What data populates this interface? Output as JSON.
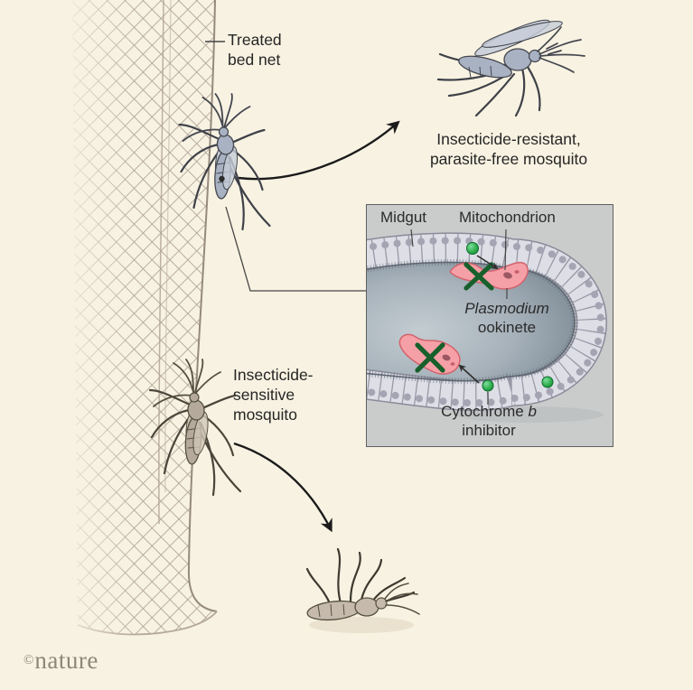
{
  "figure": {
    "background_color": "#f8f2e2",
    "labels": {
      "treated_bed_net": "Treated\nbed net",
      "resistant_mosquito": "Insecticide-resistant,\nparasite-free mosquito",
      "sensitive_mosquito": "Insecticide-\nsensitive\nmosquito"
    },
    "inset": {
      "midgut": "Midgut",
      "mitochondrion": "Mitochondrion",
      "plasmodium": "Plasmodium",
      "ookinete": "ookinete",
      "cytochrome": "Cytochrome ",
      "cytochrome_b": "b",
      "inhibitor": "inhibitor",
      "colors": {
        "box_bg": "#cacccc",
        "cell_fill": "#dddee6",
        "cell_border": "#8a8a99",
        "nucleus": "#a4a4b3",
        "lumen_dark": "#73828d",
        "lumen_light": "#c3ccd1",
        "ookinete_pink": "#f5a0a6",
        "ookinete_edge": "#d2636d",
        "x_green": "#17602c",
        "inhibitor_green": "#2db24d"
      }
    },
    "watermark": {
      "copyright_symbol": "©",
      "brand": "nature"
    },
    "illustration_colors": {
      "net_line": "#ab9f92",
      "net_edge": "#958a7d",
      "resistant_mosquito_body": "#a9b2c2",
      "sensitive_mosquito_body": "#b5a99b",
      "dead_mosquito_body": "#c6baac",
      "arrow": "#1b1b1b",
      "leader_line": "#454545"
    }
  }
}
